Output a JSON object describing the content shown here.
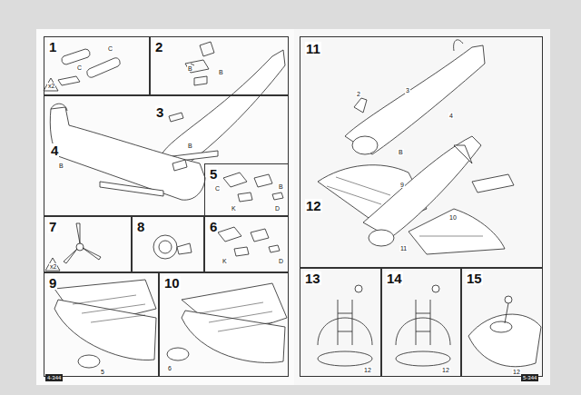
{
  "diagram": {
    "nodes": [
      {
        "text": [
          "1"
        ]
      },
      {
        "text": [
          "2"
        ]
      },
      {
        "text": [
          "3",
          "4"
        ]
      },
      {
        "text": [
          "5"
        ]
      },
      {
        "text": [
          "7"
        ]
      },
      {
        "text": [
          "8"
        ]
      },
      {
        "text": [
          "6"
        ]
      },
      {
        "text": [
          "9"
        ]
      },
      {
        "text": [
          "10"
        ]
      },
      {
        "text": [
          "11",
          "12"
        ]
      },
      {
        "text": [
          "13"
        ]
      },
      {
        "text": [
          "14"
        ]
      },
      {
        "text": [
          "15"
        ]
      }
    ],
    "labels": [
      "x2",
      "C",
      "C",
      "B",
      "B",
      "B",
      "B",
      "C",
      "B",
      "K",
      "D",
      "x2",
      "K",
      "D",
      "5",
      "6",
      "2",
      "3",
      "4",
      "B",
      "9",
      "10",
      "11",
      "12",
      "12",
      "12",
      "4-344",
      "5-344"
    ]
  }
}
